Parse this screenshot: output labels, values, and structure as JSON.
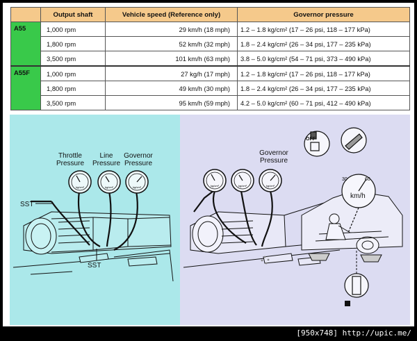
{
  "table": {
    "headers": [
      "Output shaft",
      "Vehicle speed (Reference only)",
      "Governor pressure"
    ],
    "groups": [
      {
        "model": "A55",
        "rows": [
          [
            "1,000 rpm",
            "29 km/h (18 mph)",
            "1.2 – 1.8 kg/cm² (17 – 26 psi, 118 – 177 kPa)"
          ],
          [
            "1,800 rpm",
            "52 km/h (32 mph)",
            "1.8 – 2.4 kg/cm² (26 – 34 psi, 177 – 235 kPa)"
          ],
          [
            "3,500 rpm",
            "101 km/h (63 mph)",
            "3.8 – 5.0 kg/cm² (54 – 71 psi, 373 – 490 kPa)"
          ]
        ]
      },
      {
        "model": "A55F",
        "rows": [
          [
            "1,000 rpm",
            "27 kg/h (17 mph)",
            "1.2 – 1.8 kg/cm² (17 – 26 psi, 118 – 177 kPa)"
          ],
          [
            "1,800 rpm",
            "49 km/h (30 mph)",
            "1.8 – 2.4 kg/cm² (26 – 34 psi, 177 – 235 kPa)"
          ],
          [
            "3,500 rpm",
            "95 km/h (59 mph)",
            "4.2 – 5.0 kg/cm² (60 – 71 psi, 412 – 490 kPa)"
          ]
        ]
      }
    ]
  },
  "left_diagram": {
    "gauge_labels": [
      "Throttle Pressure",
      "Line Pressure",
      "Governor Pressure"
    ],
    "sst_top": "SST",
    "sst_bottom": "SST",
    "gauge_face_text": "kg/cm²"
  },
  "right_diagram": {
    "gauge_label": "Governor Pressure",
    "speedo_unit": "km/h",
    "speedo_ticks": [
      "30",
      "60"
    ],
    "off_label": "OFF",
    "gauge_face_text": "kg/cm²"
  },
  "colors": {
    "header_bg": "#f5c98b",
    "model_bg": "#39c94a",
    "left_panel_bg": "#abe8ea",
    "right_panel_bg": "#dcdcf2"
  },
  "watermark": "[950x748] http://upic.me/"
}
